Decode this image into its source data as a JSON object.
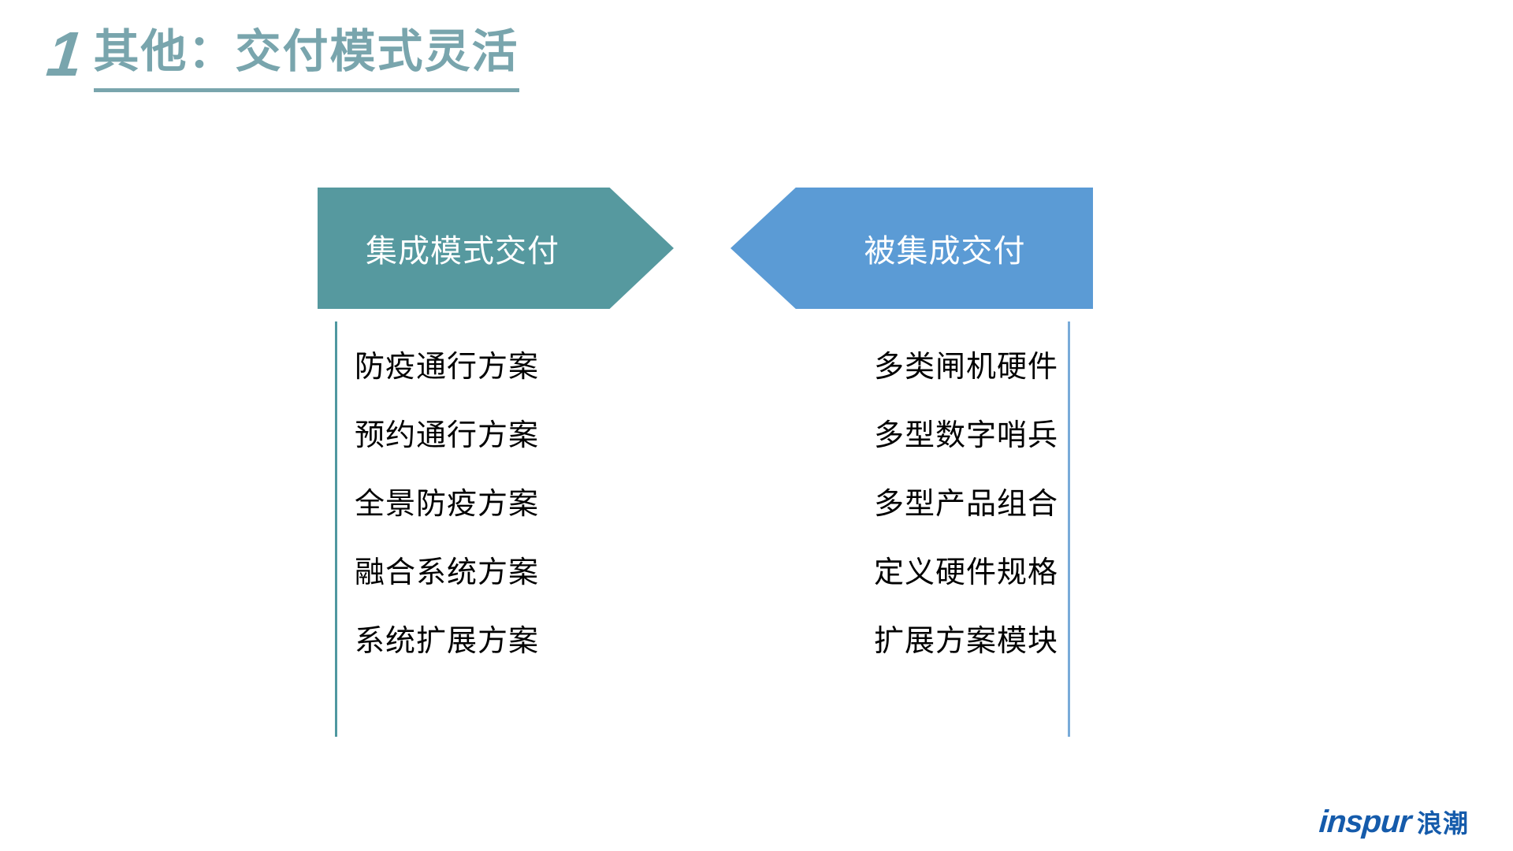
{
  "header": {
    "marker": "1",
    "title": "其他：交付模式灵活"
  },
  "arrows": {
    "left": {
      "label": "集成模式交付",
      "fill": "#56999f",
      "text_color": "#ffffff",
      "direction": "right"
    },
    "right": {
      "label": "被集成交付",
      "fill": "#5b9bd5",
      "text_color": "#ffffff",
      "direction": "left"
    }
  },
  "columns": {
    "left": {
      "accent": "#4f98a0",
      "items": [
        "防疫通行方案",
        "预约通行方案",
        "全景防疫方案",
        "融合系统方案",
        "系统扩展方案"
      ]
    },
    "right": {
      "accent": "#79abd9",
      "items": [
        "多类闸机硬件",
        "多型数字哨兵",
        "多型产品组合",
        "定义硬件规格",
        "扩展方案模块"
      ]
    }
  },
  "logo": {
    "latin": "inspur",
    "cjk": "浪潮",
    "color": "#155bab"
  },
  "theme": {
    "title_color": "#79a5ad",
    "background": "#ffffff",
    "list_text_color": "#000000"
  }
}
